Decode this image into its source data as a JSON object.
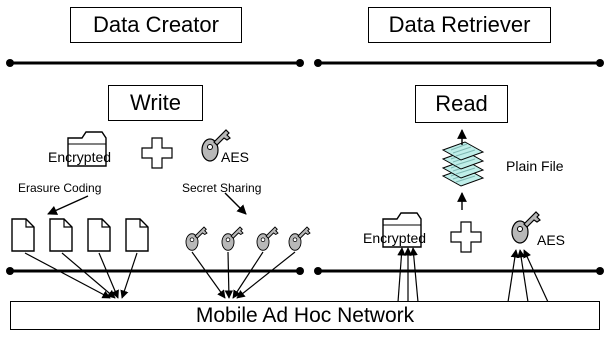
{
  "roles": {
    "creator": "Data Creator",
    "retriever": "Data Retriever"
  },
  "actions": {
    "write": "Write",
    "read": "Read"
  },
  "labels": {
    "encrypted_left": "Encrypted",
    "aes_left": "AES",
    "erasure_coding": "Erasure Coding",
    "secret_sharing": "Secret Sharing",
    "plain_file": "Plain File",
    "encrypted_right": "Encrypted",
    "aes_right": "AES"
  },
  "network": {
    "label": "Mobile Ad Hoc Network"
  },
  "icons": {
    "folder": "folder-icon",
    "key": "key-icon",
    "plus": "plus-icon",
    "document": "document-icon",
    "file_stack": "file-stack-icon"
  },
  "colors": {
    "key_fill": "#b8b8b8",
    "stack_fill": "#bfeee9",
    "stack_fold": "#7fb8b3"
  }
}
